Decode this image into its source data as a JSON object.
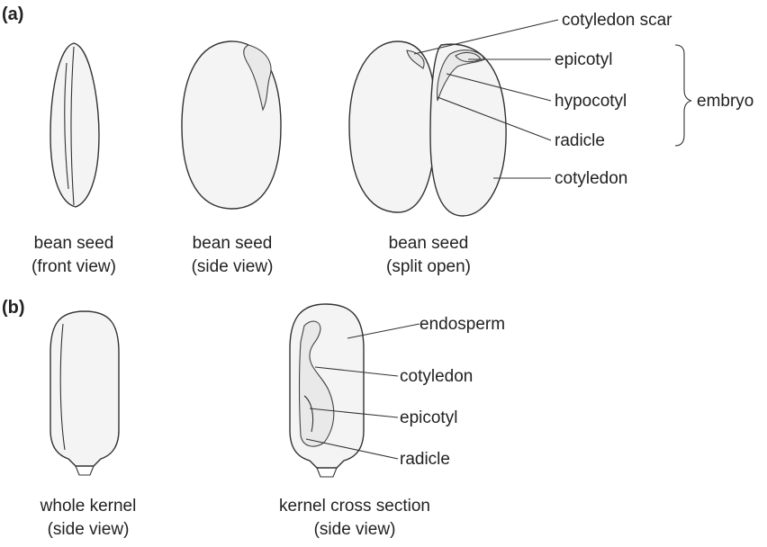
{
  "part_a": {
    "letter": "(a)",
    "labels": {
      "cotyledon_scar": "cotyledon scar",
      "epicotyl": "epicotyl",
      "hypocotyl": "hypocotyl",
      "radicle": "radicle",
      "embryo": "embryo",
      "cotyledon": "cotyledon"
    },
    "captions": {
      "front": [
        "bean seed",
        "(front view)"
      ],
      "side": [
        "bean seed",
        "(side view)"
      ],
      "split": [
        "bean seed",
        "(split open)"
      ]
    }
  },
  "part_b": {
    "letter": "(b)",
    "labels": {
      "endosperm": "endosperm",
      "cotyledon": "cotyledon",
      "epicotyl": "epicotyl",
      "radicle": "radicle"
    },
    "captions": {
      "whole": [
        "whole kernel",
        "(side view)"
      ],
      "cross": [
        "kernel cross section",
        "(side view)"
      ]
    }
  }
}
